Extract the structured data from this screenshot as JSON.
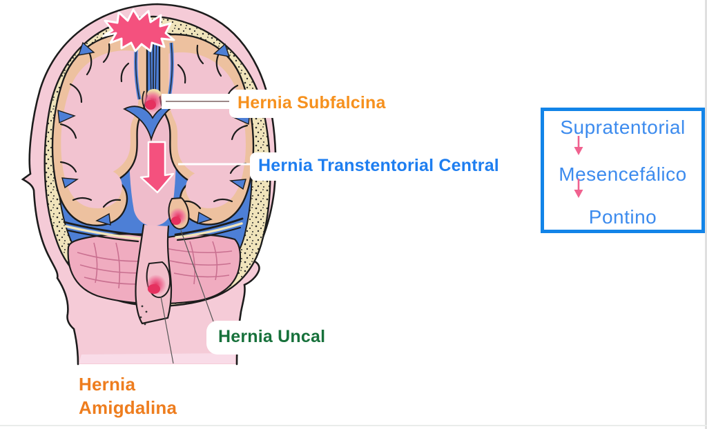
{
  "slide": {
    "background_color": "#FFFFFF"
  },
  "labels": {
    "subfalcina": {
      "text": "Hernia Subfalcina",
      "color": "#F6911E"
    },
    "transtentorial": {
      "text": "Hernia Transtentorial Central",
      "color": "#1E7EF0"
    },
    "uncal": {
      "text": "Hernia Uncal",
      "color": "#17713B"
    },
    "amigdalina": {
      "line1": "Hernia",
      "line2": "Amigdalina",
      "color": "#EE7D1E"
    }
  },
  "flow_box": {
    "border_color": "#1284E8",
    "text_color": "#3C8BEE",
    "arrow_color": "#F0628F",
    "items": [
      {
        "label": "Supratentorial"
      },
      {
        "label": "Mesencefálico"
      },
      {
        "label": "Pontino"
      }
    ]
  },
  "illustration": {
    "subject": "coronal head cross-section showing brain herniation sites",
    "icons": {
      "lesion": "lesion-starburst-icon",
      "displacement": "downward-displacement-arrow-icon"
    },
    "colors": {
      "skin": "#F5CBD7",
      "skull": "#F0E4BB",
      "csf": "#4D7FD6",
      "cortex": "#EDC19F",
      "white_matter": "#F2C3D0",
      "cerebellum": "#F0ACC0",
      "highlight_pink": "#F4517E",
      "herniation_red": "#E5315F",
      "outline": "#1C1C1C"
    }
  }
}
